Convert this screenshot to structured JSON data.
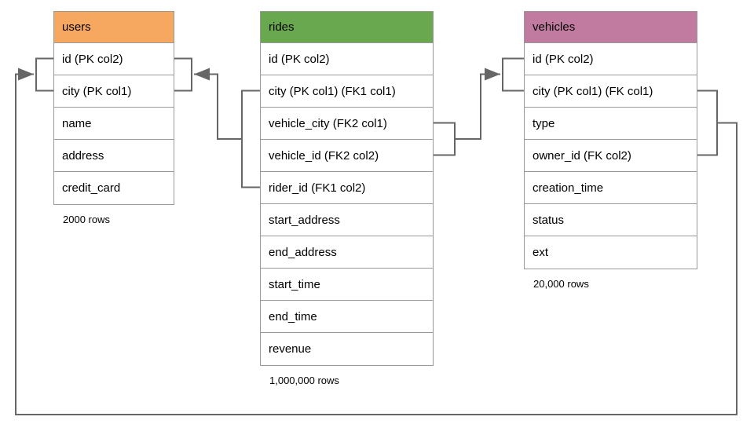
{
  "diagram": {
    "tables": {
      "users": {
        "title": "users",
        "header_color": "#F6A861",
        "columns": [
          "id (PK col2)",
          "city (PK col1)",
          "name",
          "address",
          "credit_card"
        ],
        "row_count": "2000 rows"
      },
      "rides": {
        "title": "rides",
        "header_color": "#6AA84F",
        "columns": [
          "id (PK col2)",
          "city (PK col1) (FK1 col1)",
          "vehicle_city (FK2 col1)",
          "vehicle_id (FK2 col2)",
          "rider_id (FK1 col2)",
          "start_address",
          "end_address",
          "start_time",
          "end_time",
          "revenue"
        ],
        "row_count": "1,000,000 rows"
      },
      "vehicles": {
        "title": "vehicles",
        "header_color": "#C27BA0",
        "columns": [
          "id (PK col2)",
          "city (PK col1) (FK col1)",
          "type",
          "owner_id (FK col2)",
          "creation_time",
          "status",
          "ext"
        ],
        "row_count": "20,000 rows"
      }
    },
    "relationships": [
      {
        "from_table": "rides",
        "from_columns": "city (FK1 col1), rider_id (FK1 col2)",
        "to_table": "users",
        "to_columns": "id (PK col2), city (PK col1)"
      },
      {
        "from_table": "rides",
        "from_columns": "vehicle_city (FK2 col1), vehicle_id (FK2 col2)",
        "to_table": "vehicles",
        "to_columns": "id (PK col2), city (PK col1)"
      },
      {
        "from_table": "vehicles",
        "from_columns": "city (FK col1), owner_id (FK col2)",
        "to_table": "users",
        "to_columns": "id (PK col2), city (PK col1)"
      }
    ],
    "colors": {
      "users_header": "#F6A861",
      "rides_header": "#6AA84F",
      "vehicles_header": "#C27BA0",
      "table_border": "#999999",
      "connector": "#666666"
    }
  }
}
